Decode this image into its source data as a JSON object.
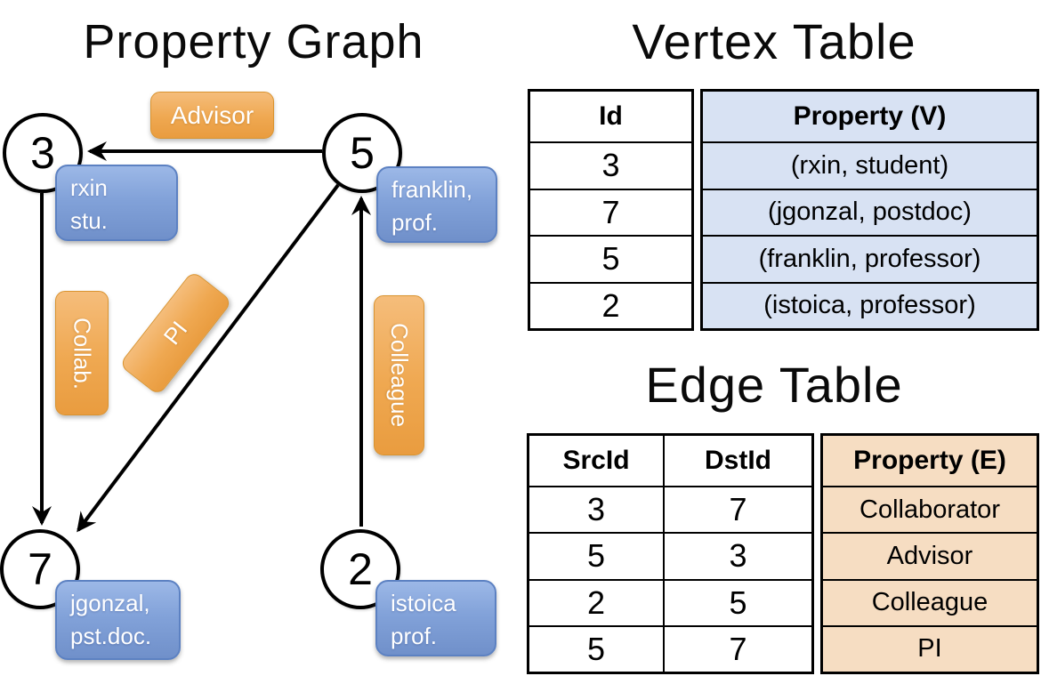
{
  "colors": {
    "edge_accent": "#EFA851",
    "vertex_accent": "#7E9FD6",
    "vertex_cell_bg": "#D8E2F3",
    "edge_cell_bg": "#F6DDC2",
    "line_color": "#000000"
  },
  "graph": {
    "title": "Property Graph",
    "vertices": {
      "v3": {
        "id": "3",
        "line1": "rxin",
        "line2": "stu."
      },
      "v5": {
        "id": "5",
        "line1": "franklin,",
        "line2": "prof."
      },
      "v7": {
        "id": "7",
        "line1": "jgonzal,",
        "line2": "pst.doc."
      },
      "v2": {
        "id": "2",
        "line1": "istoica",
        "line2": "prof."
      }
    },
    "edge_labels": {
      "advisor": "Advisor",
      "collab": "Collab.",
      "pi": "PI",
      "colleague": "Colleague"
    }
  },
  "vertex_table": {
    "title": "Vertex Table",
    "headers": {
      "id": "Id",
      "property": "Property (V)"
    },
    "rows": [
      {
        "id": "3",
        "property": "(rxin, student)"
      },
      {
        "id": "7",
        "property": "(jgonzal, postdoc)"
      },
      {
        "id": "5",
        "property": "(franklin, professor)"
      },
      {
        "id": "2",
        "property": "(istoica, professor)"
      }
    ]
  },
  "edge_table": {
    "title": "Edge Table",
    "headers": {
      "src": "SrcId",
      "dst": "DstId",
      "property": "Property (E)"
    },
    "rows": [
      {
        "src": "3",
        "dst": "7",
        "property": "Collaborator"
      },
      {
        "src": "5",
        "dst": "3",
        "property": "Advisor"
      },
      {
        "src": "2",
        "dst": "5",
        "property": "Colleague"
      },
      {
        "src": "5",
        "dst": "7",
        "property": "PI"
      }
    ]
  }
}
